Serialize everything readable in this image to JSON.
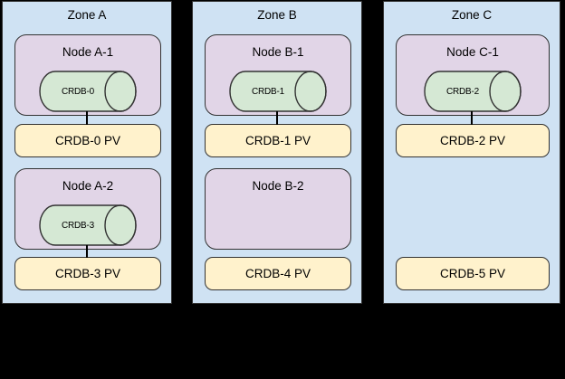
{
  "palette": {
    "zone_fill": "#cfe2f3",
    "node_fill": "#e1d5e7",
    "pod_fill": "#d5e8d4",
    "pv_fill": "#fff2cc",
    "stroke": "#333333",
    "connector": "#000000",
    "background": "#000000",
    "text": "#000000"
  },
  "zones": [
    {
      "label": "Zone A",
      "nodes": [
        {
          "label": "Node A-1",
          "pod": "CRDB-0",
          "pv": "CRDB-0 PV",
          "connected": true
        },
        {
          "label": "Node A-2",
          "pod": "CRDB-3",
          "pv": "CRDB-3 PV",
          "connected": true
        }
      ]
    },
    {
      "label": "Zone B",
      "nodes": [
        {
          "label": "Node B-1",
          "pod": "CRDB-1",
          "pv": "CRDB-1 PV",
          "connected": true
        },
        {
          "label": "Node B-2",
          "pod": null,
          "pv": "CRDB-4 PV",
          "connected": false
        }
      ]
    },
    {
      "label": "Zone C",
      "nodes": [
        {
          "label": "Node C-1",
          "pod": "CRDB-2",
          "pv": "CRDB-2 PV",
          "connected": true
        },
        {
          "label": null,
          "pod": null,
          "pv": "CRDB-5 PV",
          "connected": false
        }
      ]
    }
  ]
}
